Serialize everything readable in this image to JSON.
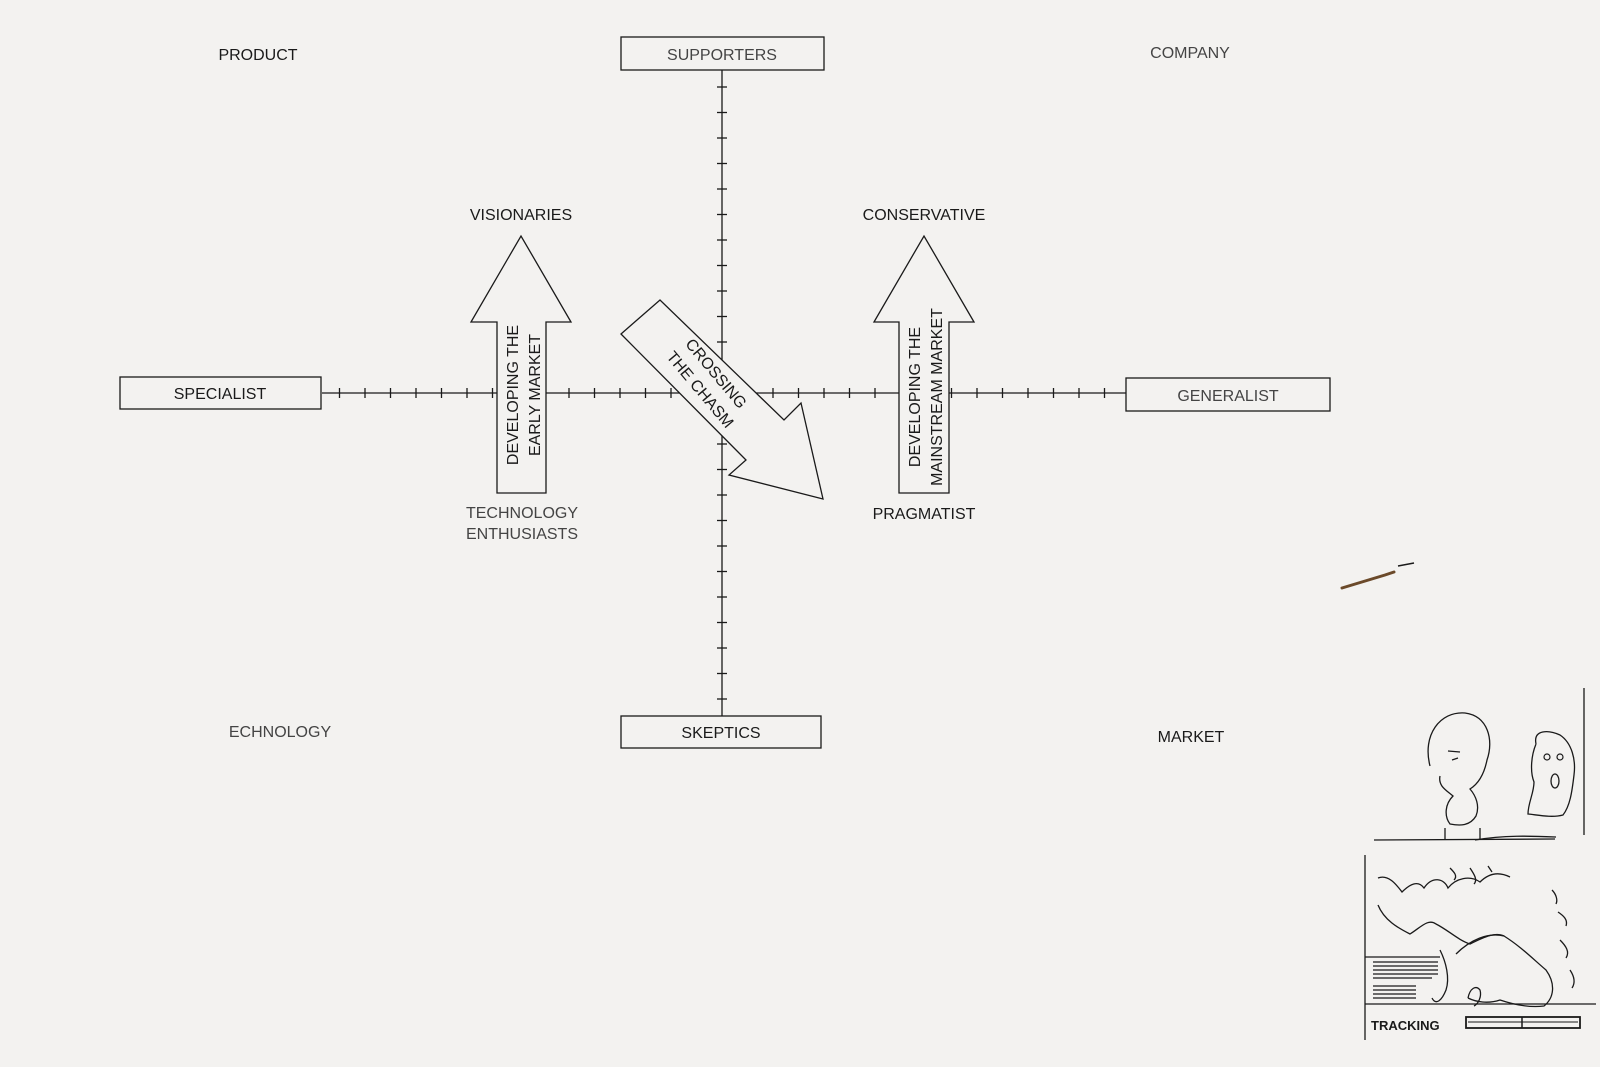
{
  "corners": {
    "top_left": "PRODUCT",
    "top_right": "COMPANY",
    "bottom_left": "ECHNOLOGY",
    "bottom_right": "MARKET"
  },
  "axis_boxes": {
    "top": "SUPPORTERS",
    "bottom": "SKEPTICS",
    "left": "SPECIALIST",
    "right": "GENERALIST"
  },
  "segments": {
    "visionaries": "VISIONARIES",
    "conservative": "CONSERVATIVE",
    "tech_enthusiasts_line1": "TECHNOLOGY",
    "tech_enthusiasts_line2": "ENTHUSIASTS",
    "pragmatist": "PRAGMATIST"
  },
  "arrows": {
    "early_market_line1": "DEVELOPING THE",
    "early_market_line2": "EARLY MARKET",
    "chasm_line1": "CROSSING",
    "chasm_line2": "THE CHASM",
    "mainstream_line1": "DEVELOPING THE",
    "mainstream_line2": "MAINSTREAM MARKET"
  },
  "tracking_panel": {
    "label": "TRACKING"
  },
  "colors": {
    "background": "#f3f2f0",
    "ink": "#1a1a1a",
    "mark": "#6b4a2a"
  }
}
